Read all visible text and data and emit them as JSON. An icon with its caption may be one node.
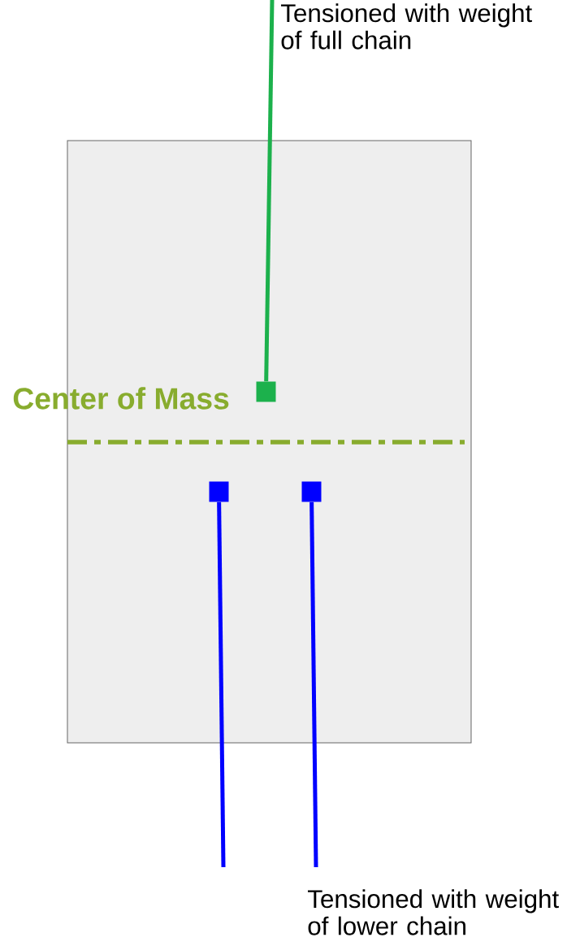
{
  "diagram": {
    "nodes": [
      {
        "text": [],
        "shape": "box"
      },
      {
        "text": [],
        "shape": "box",
        "in": 0
      },
      {
        "text": [],
        "shape": "box",
        "in": 0
      },
      {
        "text": [],
        "shape": "box",
        "in": 0
      }
    ],
    "edges": [
      {
        "from": null,
        "to": 1,
        "arrow": "none",
        "color": "#1cb14c"
      },
      {
        "from": null,
        "to": 2,
        "arrow": "none",
        "color": "#0000ff"
      },
      {
        "from": null,
        "to": 3,
        "arrow": "none",
        "color": "#0000ff"
      }
    ],
    "labels": [
      "Tensioned with weight of full chain",
      "Center of Mass",
      "Tensioned with weight of lower chain"
    ]
  }
}
